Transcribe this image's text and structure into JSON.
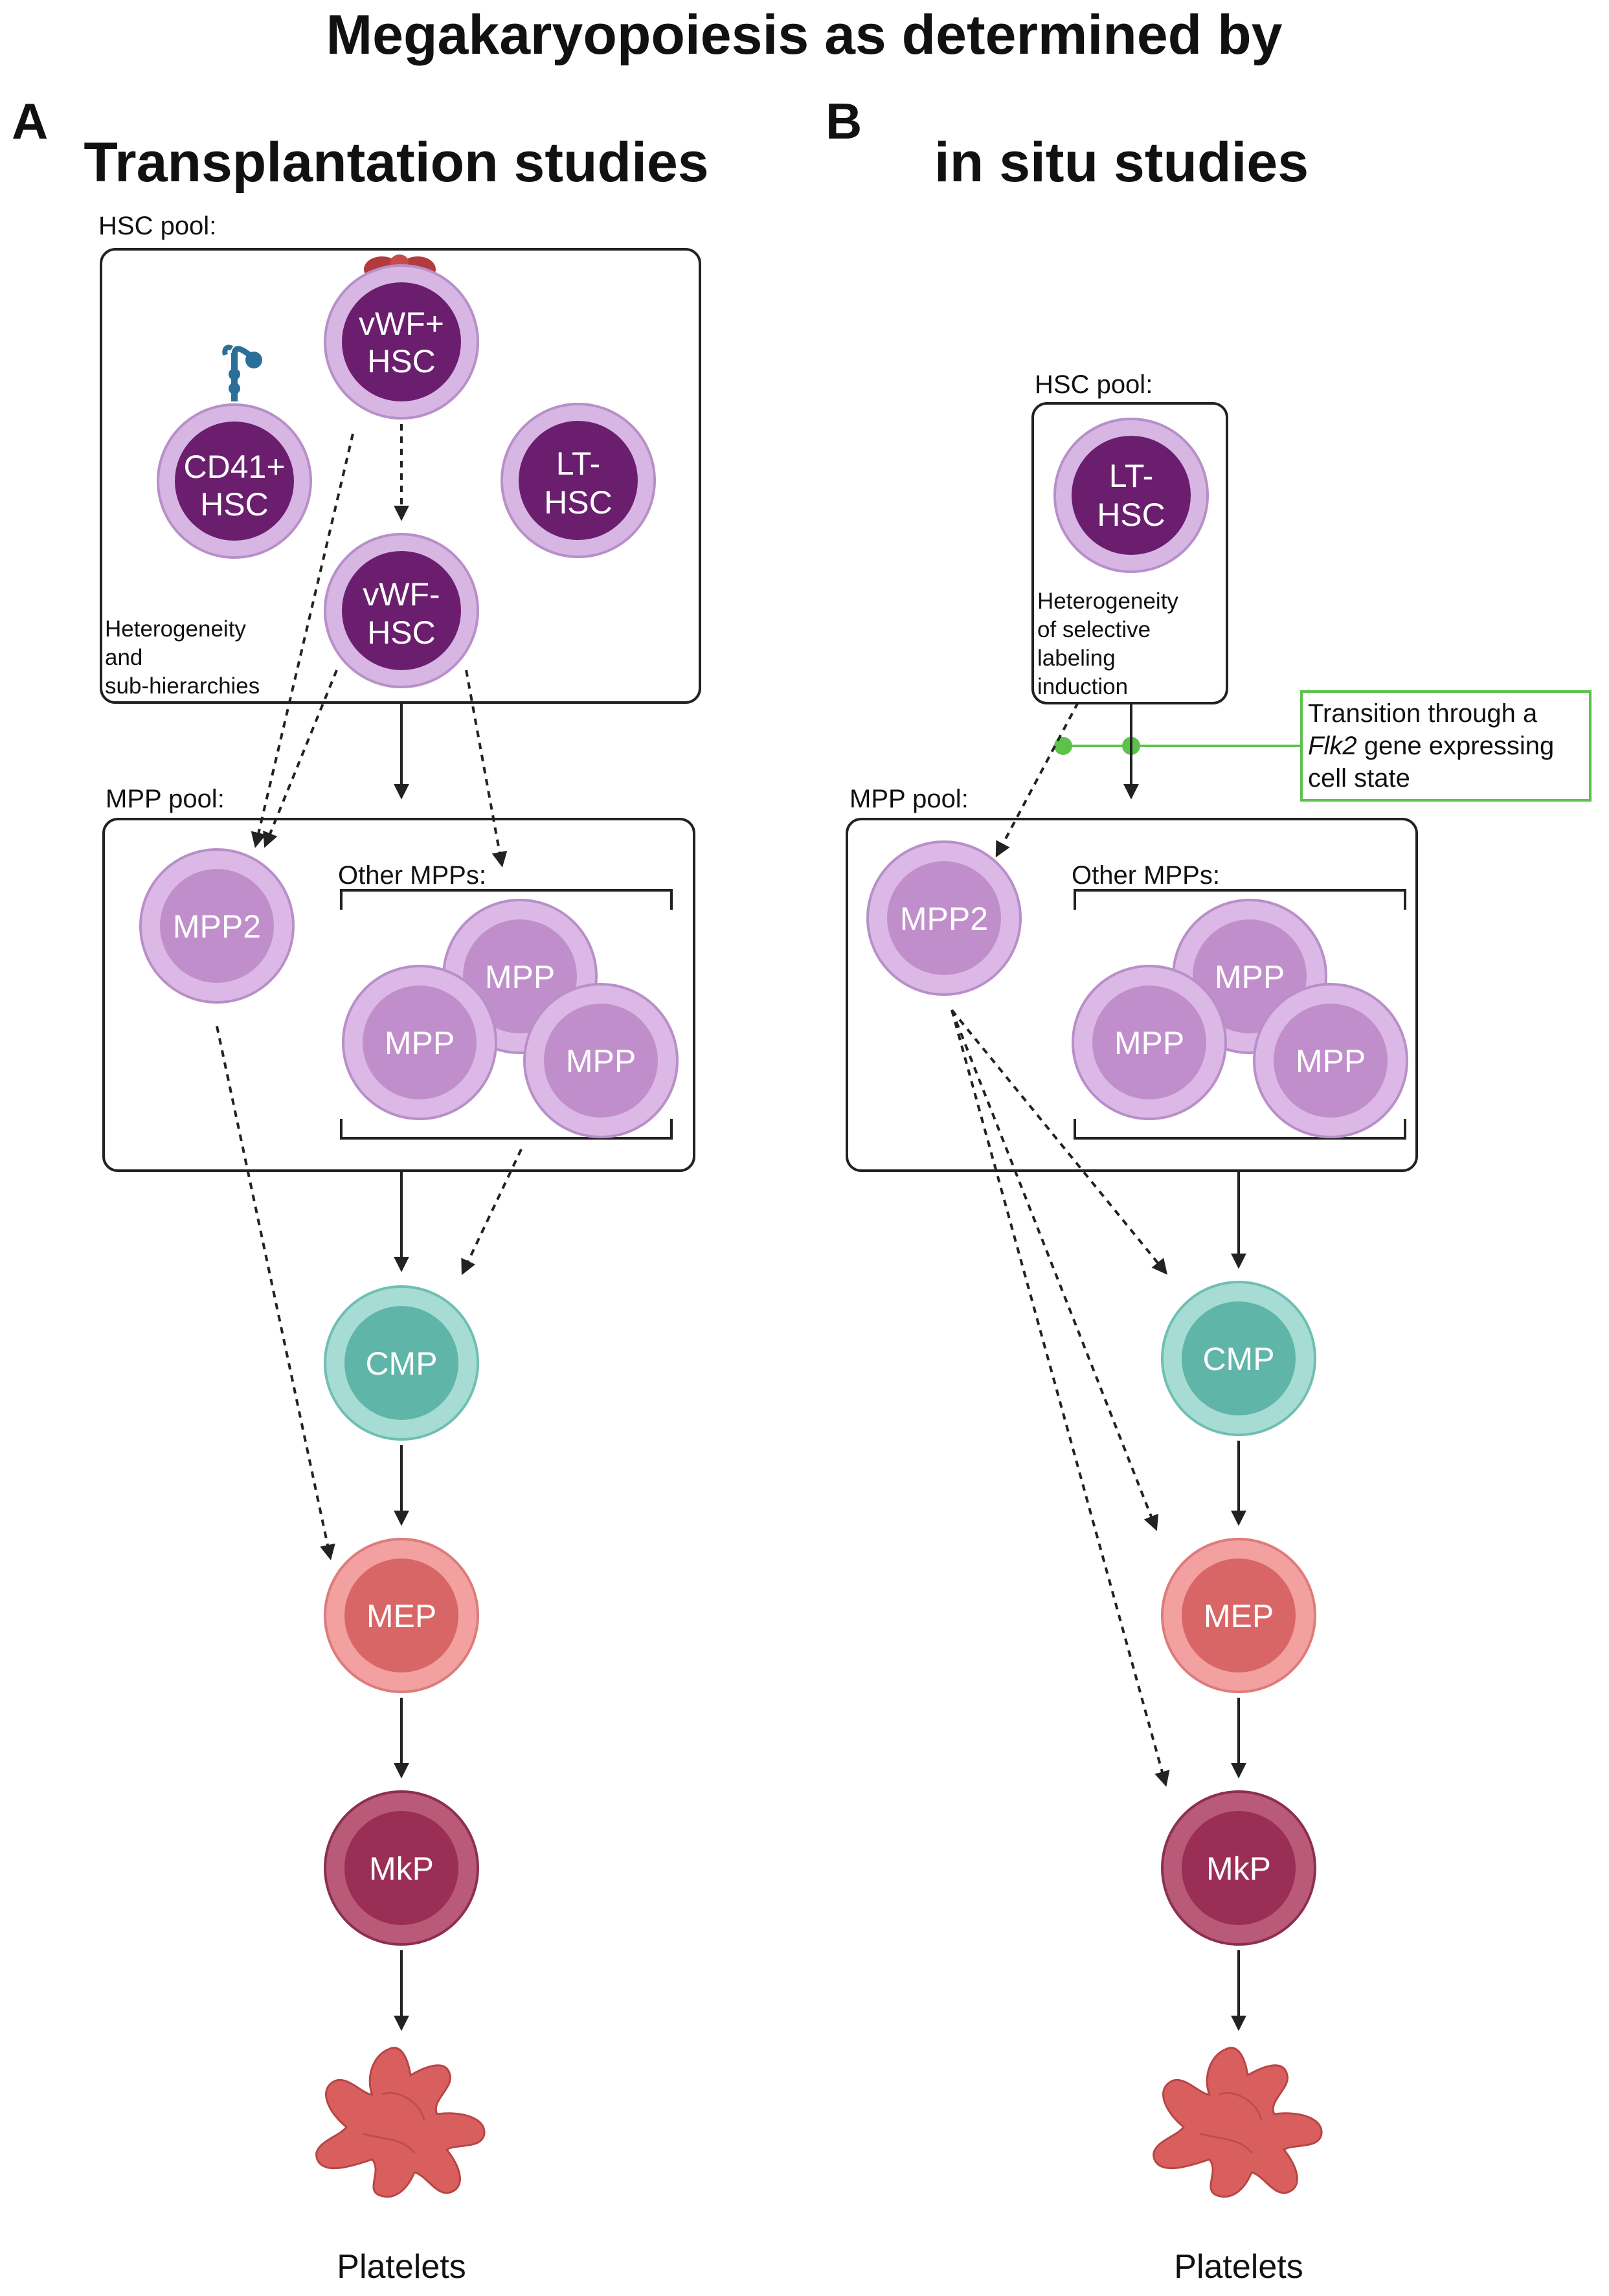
{
  "title": "Megakaryopoiesis as determined by",
  "panel_a": {
    "letter": "A",
    "heading": "Transplantation studies",
    "hsc_pool_label": "HSC pool:",
    "heterogeneity_note": [
      "Heterogeneity",
      "and",
      "sub-hierarchies"
    ],
    "cells": {
      "vwf_pos": [
        "vWF+",
        "HSC"
      ],
      "cd41": [
        "CD41+",
        "HSC"
      ],
      "lt_hsc": [
        "LT-",
        "HSC"
      ],
      "vwf_neg": [
        "vWF-",
        "HSC"
      ],
      "mpp2": "MPP2",
      "mpp": "MPP",
      "cmp": "CMP",
      "mep": "MEP",
      "mkp": "MkP"
    },
    "mpp_pool_label": "MPP pool:",
    "other_mpps_label": "Other MPPs:",
    "platelets_label": "Platelets"
  },
  "panel_b": {
    "letter": "B",
    "heading": "in situ studies",
    "hsc_pool_label": "HSC pool:",
    "heterogeneity_note": [
      "Heterogeneity",
      "of selective",
      "labeling",
      "induction"
    ],
    "cells": {
      "lt_hsc": [
        "LT-",
        "HSC"
      ],
      "mpp2": "MPP2",
      "mpp": "MPP",
      "cmp": "CMP",
      "mep": "MEP",
      "mkp": "MkP"
    },
    "mpp_pool_label": "MPP pool:",
    "other_mpps_label": "Other MPPs:",
    "transition_note": {
      "line1": "Transition through a",
      "gene": "Flk2",
      "line2_rest": " gene expressing",
      "line3": "cell state"
    },
    "platelets_label": "Platelets"
  },
  "colors": {
    "hsc_outer": "#d7b6e3",
    "hsc_inner": "#6b1e6e",
    "mpp_outer": "#dcb8e6",
    "mpp_inner": "#c08fcb",
    "cmp_outer": "#a7dcd4",
    "cmp_inner": "#5fb5a8",
    "mep_outer": "#f2a0a0",
    "mep_inner": "#d96666",
    "mkp_outer": "#b85a78",
    "mkp_inner": "#9a2e55",
    "platelet": "#d95f5f",
    "receptor": "#2a6f9a",
    "vwf_protein": "#b23b3b",
    "flk2_green": "#5cc24a"
  }
}
